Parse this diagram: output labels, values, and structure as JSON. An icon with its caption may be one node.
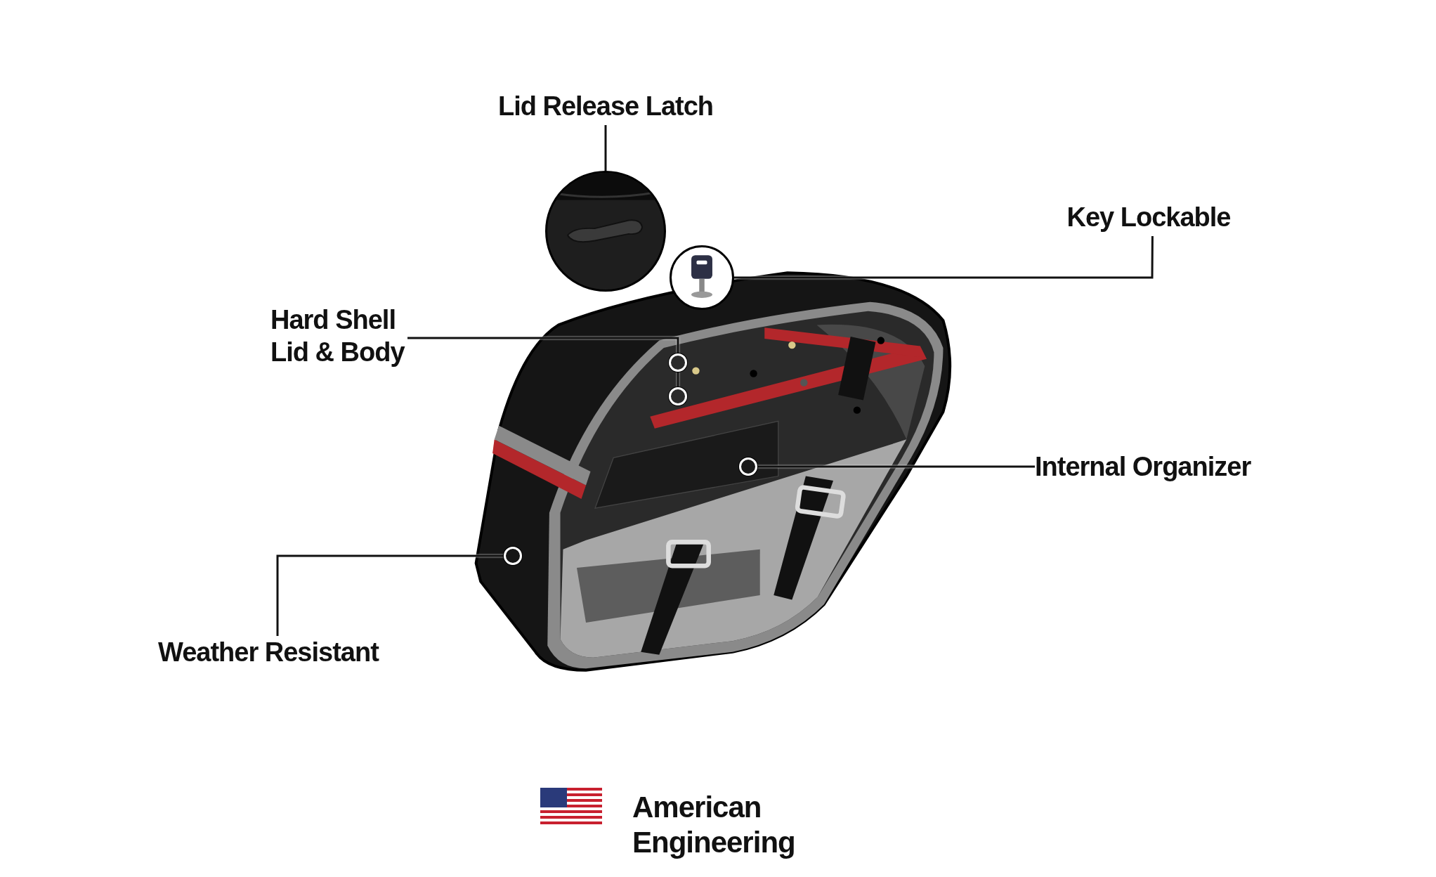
{
  "diagram": {
    "nodes": [
      {
        "text": [
          "Lid Release Latch"
        ]
      },
      {
        "text": [],
        "shape": "picture"
      },
      {
        "text": [
          "Key Lockable"
        ]
      },
      {
        "text": [],
        "shape": "picture"
      },
      {
        "text": [
          "Hard Shell Lid & Body"
        ]
      },
      {
        "text": [],
        "shape": "circle"
      },
      {
        "text": [],
        "shape": "circle"
      },
      {
        "text": [
          "Internal Organizer"
        ]
      },
      {
        "text": [],
        "shape": "circle"
      },
      {
        "text": [
          "Weather Resistant"
        ]
      },
      {
        "text": [],
        "shape": "circle"
      }
    ],
    "edges": [
      {
        "from": 0,
        "to": 1,
        "arrow": "none"
      },
      {
        "from": 2,
        "to": 3,
        "arrow": "none"
      },
      {
        "from": 4,
        "to": 5,
        "arrow": "none"
      },
      {
        "from": 5,
        "to": 6,
        "arrow": "none"
      },
      {
        "from": 7,
        "to": 8,
        "arrow": "none"
      },
      {
        "from": 9,
        "to": 10,
        "arrow": "none"
      }
    ],
    "labels": [
      "American Engineering"
    ]
  }
}
